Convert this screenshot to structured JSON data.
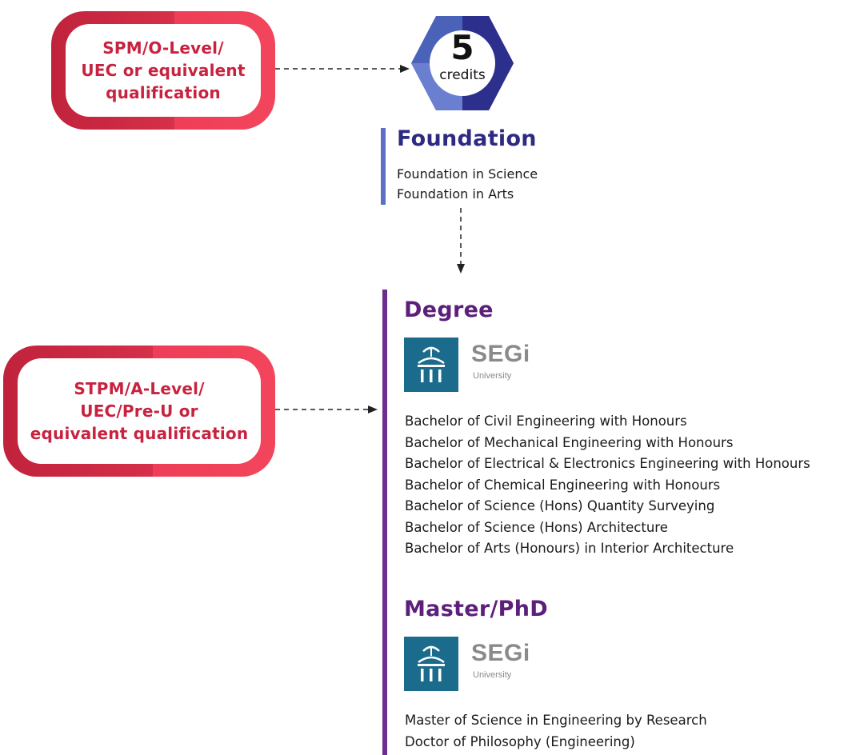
{
  "qualifications": [
    {
      "text": "SPM/O-Level/\nUEC or equivalent\nqualification"
    },
    {
      "text": "STPM/A-Level/\nUEC/Pre-U or\nequivalent qualification"
    }
  ],
  "badge": {
    "number": "5",
    "unit": "credits",
    "colors": [
      "#4a63b8",
      "#2c2f8c",
      "#6b7fd0"
    ]
  },
  "foundation": {
    "title": "Foundation",
    "color": "#2d2a82",
    "bar_color": "#5b6fc4",
    "programmes": [
      "Foundation in Science",
      "Foundation in Arts"
    ]
  },
  "degree": {
    "title": "Degree",
    "color": "#5c1f7a",
    "bar_color": "#6b2e8e",
    "logo": {
      "name": "SEGi",
      "sub": "University",
      "icon": "segi-university-logo-icon"
    },
    "programmes": [
      "Bachelor of Civil Engineering with Honours",
      "Bachelor of Mechanical Engineering with Honours",
      "Bachelor of Electrical & Electronics Engineering with Honours",
      "Bachelor of Chemical Engineering with Honours",
      "Bachelor of Science (Hons) Quantity Surveying",
      "Bachelor of Science (Hons) Architecture",
      "Bachelor of Arts (Honours) in Interior Architecture"
    ]
  },
  "master": {
    "title": "Master/PhD",
    "color": "#5c1f7a",
    "logo": {
      "name": "SEGi",
      "sub": "University",
      "icon": "segi-university-logo-icon"
    },
    "programmes": [
      "Master of Science in Engineering by Research",
      "Doctor of Philosophy (Engineering)"
    ]
  }
}
